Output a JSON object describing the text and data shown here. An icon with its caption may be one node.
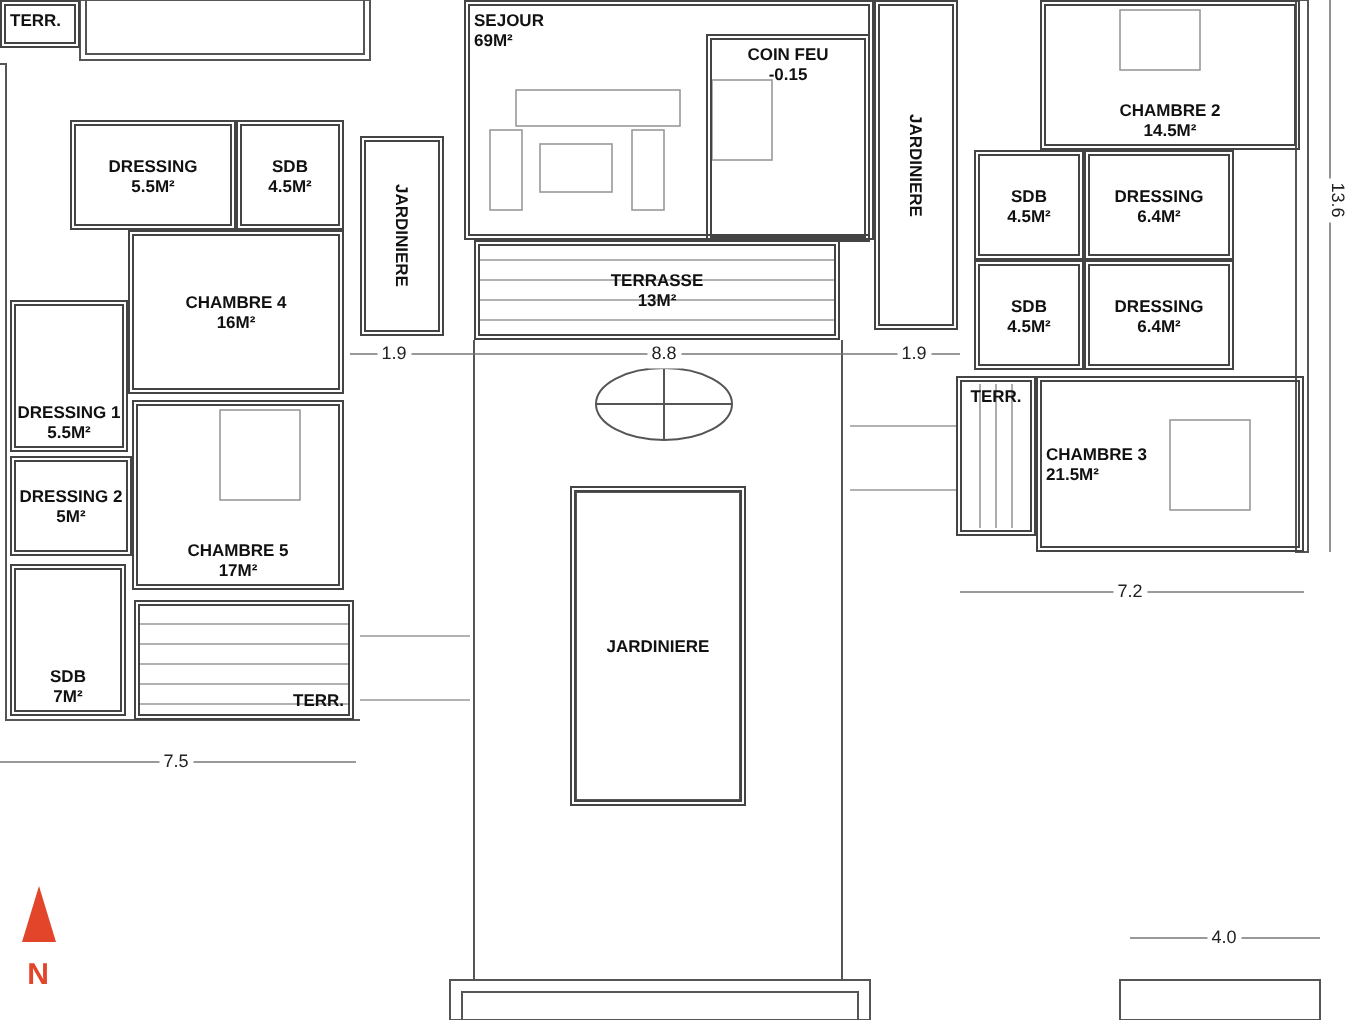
{
  "diagram": {
    "nodes": [
      {
        "text": [
          "TERR."
        ]
      },
      {
        "text": [
          "SEJOUR",
          "69M²"
        ]
      },
      {
        "text": [
          "COIN FEU",
          "-0.15"
        ],
        "in": 1
      },
      {
        "text": [
          "DRESSING",
          "5.5M²"
        ]
      },
      {
        "text": [
          "SDB",
          "4.5M²"
        ]
      },
      {
        "text": [
          "JARDINIERE"
        ]
      },
      {
        "text": [
          "JARDINIERE"
        ]
      },
      {
        "text": [
          "CHAMBRE 2",
          "14.5M²"
        ]
      },
      {
        "text": [
          "SDB",
          "4.5M²"
        ]
      },
      {
        "text": [
          "DRESSING",
          "6.4M²"
        ]
      },
      {
        "text": [
          "CHAMBRE 4",
          "16M²"
        ]
      },
      {
        "text": [
          "TERRASSE",
          "13M²"
        ]
      },
      {
        "text": [
          "SDB",
          "4.5M²"
        ]
      },
      {
        "text": [
          "DRESSING",
          "6.4M²"
        ]
      },
      {
        "text": [
          "DRESSING 1",
          "5.5M²"
        ]
      },
      {
        "text": [
          "TERR."
        ]
      },
      {
        "text": [
          "CHAMBRE 3",
          "21.5M²"
        ]
      },
      {
        "text": [
          "DRESSING 2",
          "5M²"
        ]
      },
      {
        "text": [
          "CHAMBRE 5",
          "17M²"
        ]
      },
      {
        "text": [
          "JARDINIERE"
        ]
      },
      {
        "text": [
          "SDB",
          "7M²"
        ]
      },
      {
        "text": [
          "TERR."
        ]
      }
    ],
    "labels": [
      "1.9",
      "8.8",
      "1.9",
      "7.2",
      "13.6",
      "7.5",
      "4.0",
      "N"
    ]
  }
}
